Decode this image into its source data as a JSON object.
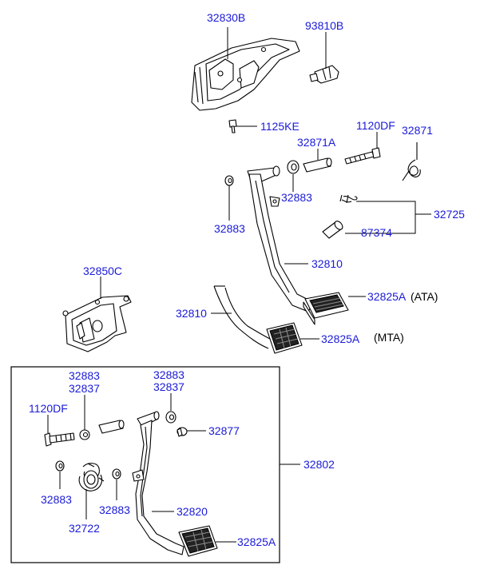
{
  "labels": {
    "p32830B": "32830B",
    "p93810B": "93810B",
    "p1125KE": "1125KE",
    "p1120DF_top": "1120DF",
    "p32871A": "32871A",
    "p32871": "32871",
    "p32883_a": "32883",
    "p32883_b": "32883",
    "p32725": "32725",
    "p87374": "87374",
    "p32810_top": "32810",
    "p32850C": "32850C",
    "p32825A_ata": "32825A",
    "ata_suffix": "(ATA)",
    "p32810_mid": "32810",
    "p32825A_mta": "32825A",
    "mta_suffix": "(MTA)",
    "p32883_c": "32883",
    "p32837_a": "32837",
    "p32883_d": "32883",
    "p32837_b": "32837",
    "p1120DF_box": "1120DF",
    "p32877": "32877",
    "p32802": "32802",
    "p32883_e": "32883",
    "p32883_f": "32883",
    "p32820": "32820",
    "p32722": "32722",
    "p32825A_box": "32825A"
  },
  "colors": {
    "label": "#1a1ad8",
    "line": "#000000",
    "background": "#ffffff"
  }
}
